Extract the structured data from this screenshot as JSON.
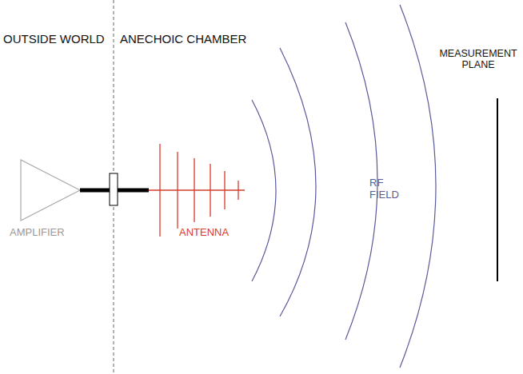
{
  "diagram": {
    "labels": [
      "OUTSIDE WORLD",
      "ANECHOIC CHAMBER",
      "AMPLIFIER",
      "ANTENNA",
      "RF FIELD",
      "MEASUREMENT PLANE"
    ]
  }
}
